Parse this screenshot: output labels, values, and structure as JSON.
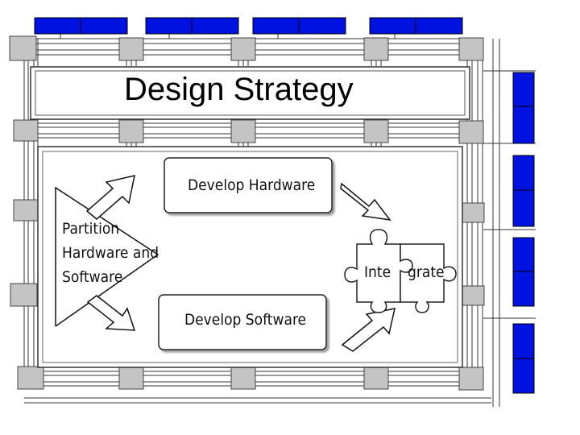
{
  "title": "Design Strategy",
  "steps": {
    "partition": [
      "Partition",
      "Hardware and",
      "Software"
    ],
    "hardware": "Develop Hardware",
    "software": "Develop Software",
    "integrate_left": "Inte",
    "integrate_right": "grate"
  },
  "colors": {
    "chip_blue": "#0012e0",
    "pad_gray": "#c4c4c4",
    "line": "#333333"
  },
  "icons": [
    "hollow-arrow-icon",
    "puzzle-piece-icon",
    "circuit-pad-icon"
  ]
}
